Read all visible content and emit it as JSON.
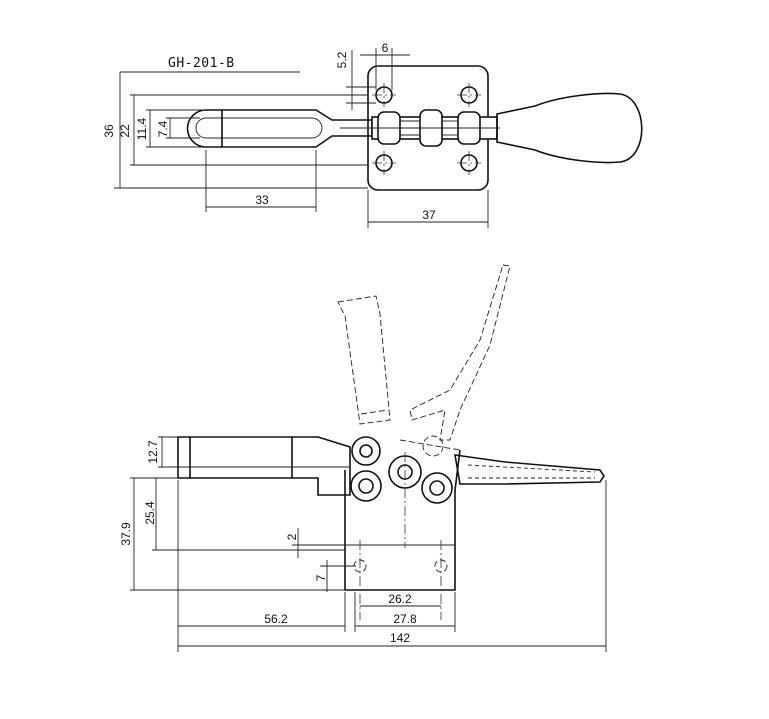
{
  "model": "GH-201-B",
  "dimensions": {
    "d36": "36",
    "d22": "22",
    "d11_4": "11.4",
    "d7_4": "7.4",
    "d5_2": "5.2",
    "d6": "6",
    "d33": "33",
    "d37": "37",
    "d12_7": "12.7",
    "d37_9": "37.9",
    "d25_4": "25.4",
    "d2": "2",
    "d7": "7",
    "d26_2": "26.2",
    "d27_8": "27.8",
    "d56_2": "56.2",
    "d142": "142"
  }
}
